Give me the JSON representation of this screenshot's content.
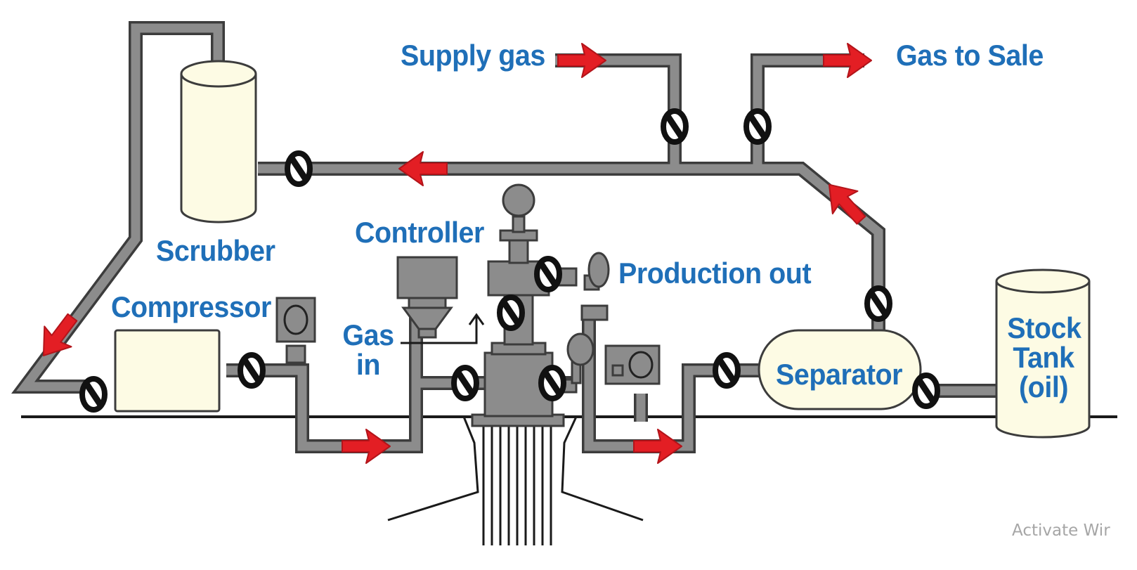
{
  "labels": {
    "supply_gas": "Supply gas",
    "gas_to_sale": "Gas to Sale",
    "controller": "Controller",
    "scrubber": "Scrubber",
    "production_out": "Production out",
    "compressor": "Compressor",
    "gas_in_line1": "Gas",
    "gas_in_line2": "in",
    "separator": "Separator",
    "stock_tank_line1": "Stock",
    "stock_tank_line2": "Tank",
    "stock_tank_line3": "(oil)"
  },
  "watermark": "Activate Wir",
  "colors": {
    "label_blue": "#1f6fb8",
    "pipe_fill": "#8c8c8c",
    "pipe_outline": "#3c3c3c",
    "vessel_fill": "#fdfbe4",
    "flow_arrow_red": "#e31e24",
    "valve_black": "#111111",
    "ground_line": "#1a1a1a"
  },
  "icons": {
    "valve": "valve-icon",
    "flow_arrow": "flow-arrow-icon",
    "pressure_gauge": "pressure-gauge-icon",
    "control_box": "control-box-icon"
  }
}
